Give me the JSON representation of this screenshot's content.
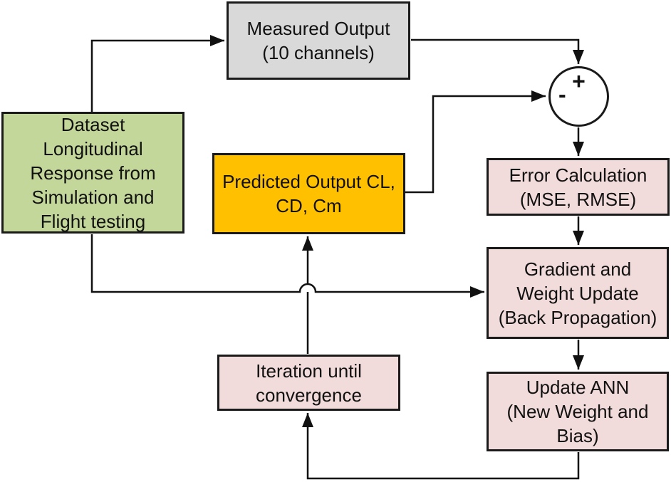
{
  "nodes": {
    "measured_output": {
      "lines": [
        "Measured Output",
        "(10 channels)"
      ],
      "fill": "#d9d9d9"
    },
    "dataset": {
      "lines": [
        "Dataset",
        "Longitudinal",
        "Response from",
        "Simulation and",
        "Flight testing"
      ],
      "fill": "#c4d79b"
    },
    "predicted_output": {
      "lines": [
        "Predicted Output CL,",
        "CD, Cm"
      ],
      "fill": "#ffc000"
    },
    "sum_junction": {
      "plus": "+",
      "minus": "-"
    },
    "error_calc": {
      "lines": [
        "Error Calculation",
        "(MSE, RMSE)"
      ],
      "fill": "#f2dcdb"
    },
    "gradient_update": {
      "lines": [
        "Gradient and",
        "Weight Update",
        "(Back Propagation)"
      ],
      "fill": "#f2dcdb"
    },
    "update_ann": {
      "lines": [
        "Update ANN",
        "(New Weight and",
        "Bias)"
      ],
      "fill": "#f2dcdb"
    },
    "iteration": {
      "lines": [
        "Iteration until",
        "convergence"
      ],
      "fill": "#f2dcdb"
    }
  },
  "colors": {
    "measured_fill": "#d9d9d9",
    "dataset_fill": "#c4d79b",
    "predicted_fill": "#ffc000",
    "process_fill": "#f2dcdb",
    "line_stroke": "#111111",
    "border": "#1a1a1a",
    "background": "#ffffff"
  }
}
